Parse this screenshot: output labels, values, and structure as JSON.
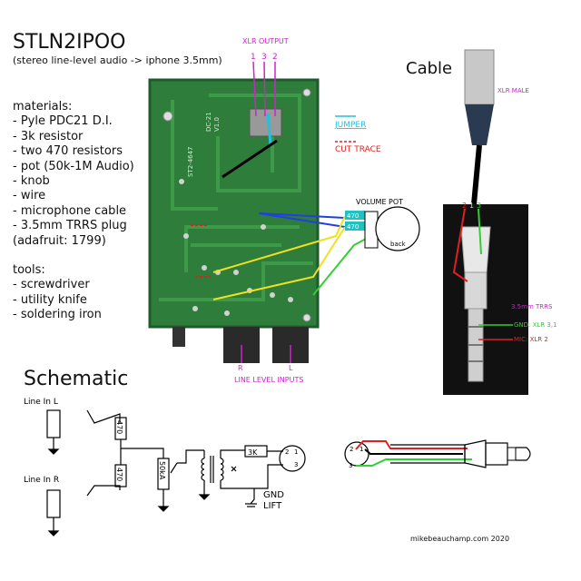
{
  "header": {
    "title": "STLN2IPOO",
    "subtitle": "(stereo line-level audio -> iphone 3.5mm)"
  },
  "materials": {
    "heading": "materials:",
    "items": [
      "- Pyle PDC21 D.I.",
      "- 3k resistor",
      "- two 470 resistors",
      "- pot (50k-1M Audio)",
      "- knob",
      "- wire",
      "- microphone cable",
      "- 3.5mm TRRS plug",
      "(adafruit: 1799)"
    ]
  },
  "tools": {
    "heading": "tools:",
    "items": [
      "- screwdriver",
      "- utility knife",
      "- soldering iron"
    ]
  },
  "board": {
    "xlr_output_label": "XLR OUTPUT",
    "pin_labels": [
      "1",
      "3",
      "2"
    ],
    "silkscreen_model": "DC-21\nV1.0",
    "silkscreen_code": "ST2-4647",
    "jumper_label": "JUMPER",
    "cut_trace_label": "CUT TRACE",
    "volume_pot_label": "VOLUME POT",
    "resistor_labels": [
      "470",
      "470"
    ],
    "pot_back_label": "back",
    "input_r": "R",
    "input_l": "L",
    "line_level_inputs": "LINE LEVEL INPUTS"
  },
  "cable": {
    "title": "Cable",
    "xlr_male": "XLR MALE",
    "pin_labels": [
      "2",
      "1",
      "3"
    ],
    "trrs_label": "3.5mm TRRS",
    "gnd_label": "GND: XLR 3,1",
    "mic_label": "MIC: XLR 2"
  },
  "schematic": {
    "title": "Schematic",
    "line_in_l": "Line In L",
    "line_in_r": "Line In R",
    "r1": "470",
    "r2": "470",
    "pot": "50kA",
    "r3": "3K",
    "xlr_pins": [
      "2",
      "1",
      "3"
    ],
    "gnd_lift": "GND\nLIFT"
  },
  "plug_diagram": {
    "pin_labels": [
      "2",
      "1",
      "3"
    ]
  },
  "footer": {
    "credit": "mikebeauchamp.com 2020"
  },
  "colors": {
    "pcb_green": "#2f7d3a",
    "pcb_dark": "#1f5a2a",
    "label_magenta": "#d020d0",
    "jumper_cyan": "#22c0e0",
    "cut_red": "#e02020",
    "wire_yellow": "#f0e020",
    "wire_blue": "#2040e0",
    "wire_green": "#30d030"
  }
}
